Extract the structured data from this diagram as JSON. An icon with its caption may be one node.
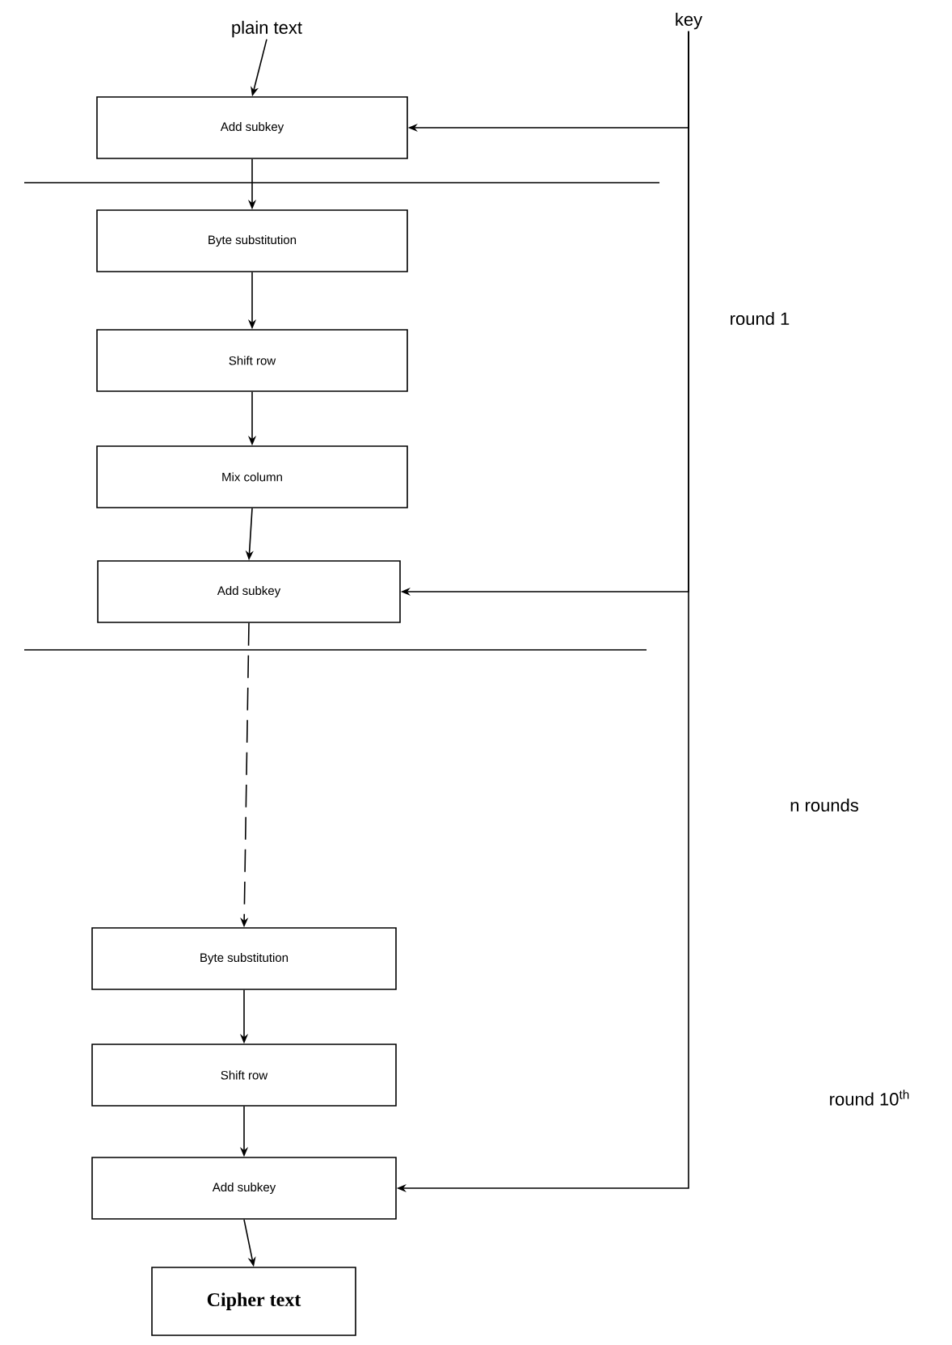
{
  "diagram": {
    "nodes": [
      {
        "text": [
          "plain text"
        ]
      },
      {
        "text": [
          "key"
        ]
      },
      {
        "text": [
          "Add subkey"
        ]
      },
      {
        "text": [
          "Byte substitution"
        ]
      },
      {
        "text": [
          "Shift row"
        ]
      },
      {
        "text": [
          "Mix column"
        ]
      },
      {
        "text": [
          "Add subkey"
        ]
      },
      {
        "text": [
          "Byte substitution"
        ]
      },
      {
        "text": [
          "Shift row"
        ]
      },
      {
        "text": [
          "Add subkey"
        ]
      },
      {
        "text": [
          "Cipher text"
        ]
      }
    ],
    "edges": [
      {
        "from": 0,
        "to": 2,
        "arrow": "to"
      },
      {
        "from": 2,
        "to": 3,
        "arrow": "to"
      },
      {
        "from": 3,
        "to": 4,
        "arrow": "to"
      },
      {
        "from": 4,
        "to": 5,
        "arrow": "to"
      },
      {
        "from": 5,
        "to": 6,
        "arrow": "to"
      },
      {
        "from": 6,
        "to": 7,
        "arrow": "to",
        "style": "dashed"
      },
      {
        "from": 7,
        "to": 8,
        "arrow": "to"
      },
      {
        "from": 8,
        "to": 9,
        "arrow": "to"
      },
      {
        "from": 9,
        "to": 10,
        "arrow": "to"
      },
      {
        "from": 1,
        "to": 2,
        "arrow": "to"
      },
      {
        "from": 1,
        "to": 6,
        "arrow": "to"
      },
      {
        "from": 1,
        "to": 9,
        "arrow": "to"
      }
    ],
    "labels": [
      "round 1",
      "n rounds",
      "round 10$^{th}$"
    ]
  }
}
